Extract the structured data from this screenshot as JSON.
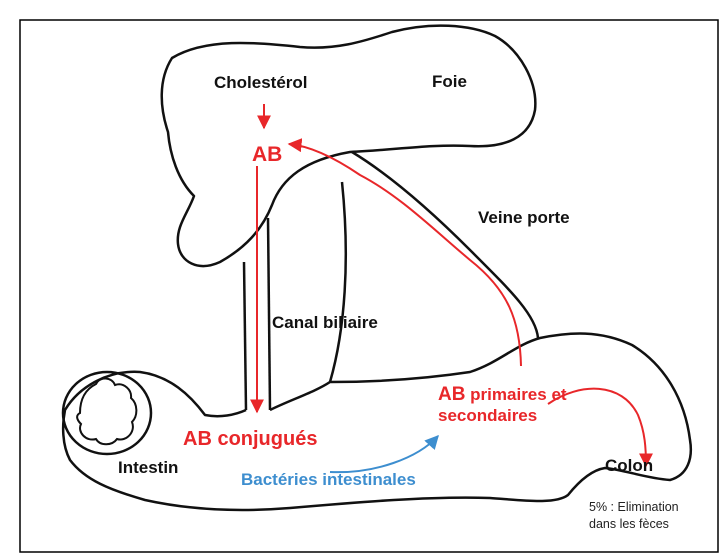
{
  "colors": {
    "outline": "#111111",
    "pathway": "#e8272a",
    "bacteria": "#3d8ecf",
    "frame": "#000000"
  },
  "labels": {
    "cholesterol": "Cholestérol",
    "foie": "Foie",
    "ab_top": "AB",
    "veine_porte": "Veine porte",
    "canal_biliaire": "Canal biliaire",
    "ab_conjugues": "AB conjugués",
    "intestin": "Intestin",
    "bacteries": "Bactéries intestinales",
    "ab_primaires_ab": "AB",
    "ab_primaires_line1": " primaires et",
    "ab_primaires_line2": "secondaires",
    "colon": "Colon",
    "elimination_line1": "5% : Elimination",
    "elimination_line2": "dans les fèces"
  }
}
